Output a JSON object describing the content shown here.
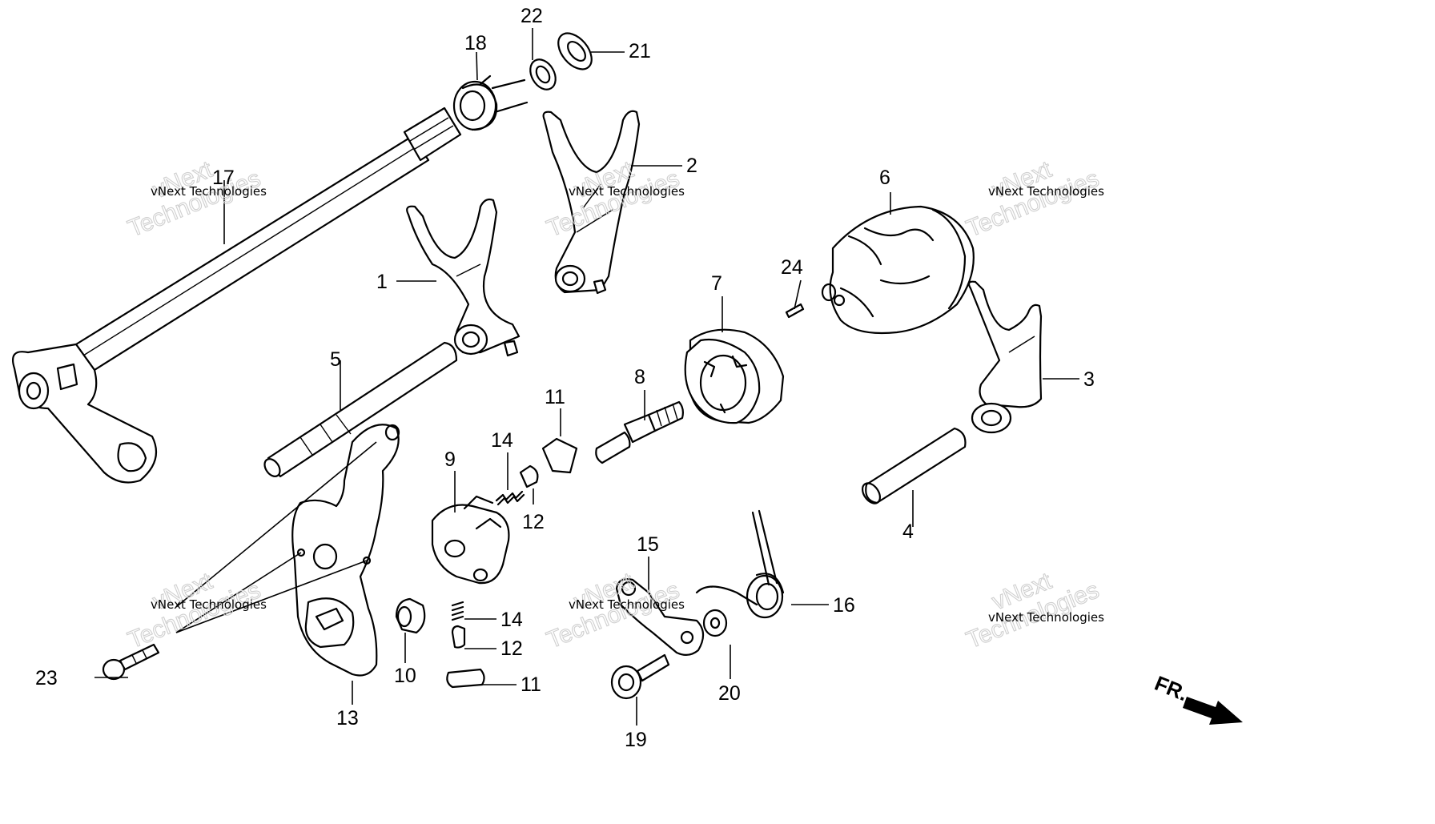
{
  "diagram": {
    "watermark": {
      "brand_big": "vNext",
      "brand_big_2": "Technologies",
      "company": "vNext Technologies"
    },
    "direction_label": "FR.",
    "callouts": {
      "c1": "1",
      "c2": "2",
      "c3": "3",
      "c4": "4",
      "c5": "5",
      "c6": "6",
      "c7": "7",
      "c8": "8",
      "c9": "9",
      "c10": "10",
      "c11a": "11",
      "c11b": "11",
      "c12a": "12",
      "c12b": "12",
      "c13": "13",
      "c14a": "14",
      "c14b": "14",
      "c15": "15",
      "c16": "16",
      "c17": "17",
      "c18": "18",
      "c19": "19",
      "c20": "20",
      "c21": "21",
      "c22": "22",
      "c23": "23",
      "c24": "24"
    }
  }
}
